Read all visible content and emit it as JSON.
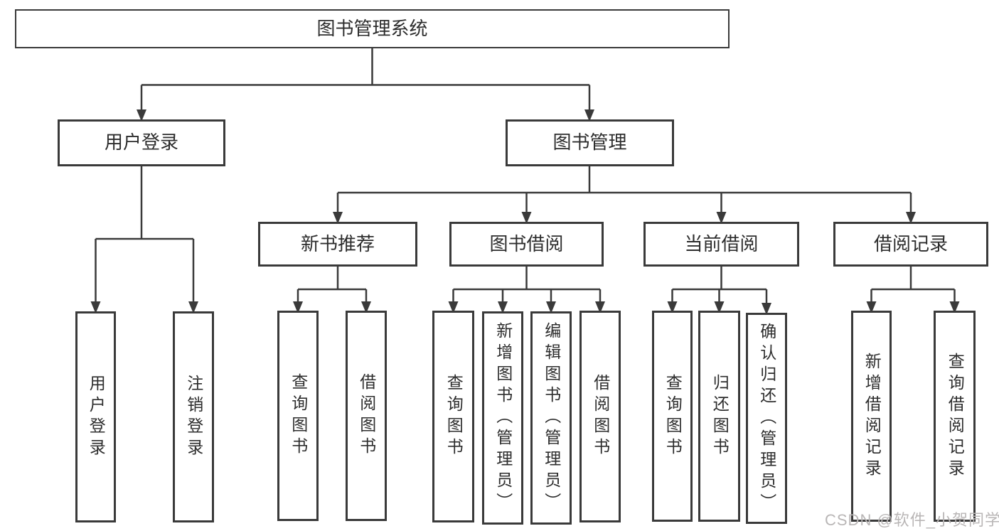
{
  "tree": {
    "root": {
      "label": "图书管理系统"
    },
    "children": [
      {
        "label": "用户登录",
        "children": [
          {
            "label": "用户登录"
          },
          {
            "label": "注销登录"
          }
        ]
      },
      {
        "label": "图书管理",
        "children": [
          {
            "label": "新书推荐",
            "children": [
              {
                "label": "查询图书"
              },
              {
                "label": "借阅图书"
              }
            ]
          },
          {
            "label": "图书借阅",
            "children": [
              {
                "label": "查询图书"
              },
              {
                "label": "新增图书（管理员）"
              },
              {
                "label": "编辑图书（管理员）"
              },
              {
                "label": "借阅图书"
              }
            ]
          },
          {
            "label": "当前借阅",
            "children": [
              {
                "label": "查询图书"
              },
              {
                "label": "归还图书"
              },
              {
                "label": "确认归还（管理员）"
              }
            ]
          },
          {
            "label": "借阅记录",
            "children": [
              {
                "label": "新增借阅记录"
              },
              {
                "label": "查询借阅记录"
              }
            ]
          }
        ]
      }
    ]
  },
  "watermark": {
    "text": "CSDN @软件_小贺同学"
  },
  "colors": {
    "line": "#3a3a3a",
    "box_border": "#3a3a3a",
    "text": "#2d2d2d",
    "background": "#ffffff",
    "watermark_text": "#b9b6b6"
  }
}
